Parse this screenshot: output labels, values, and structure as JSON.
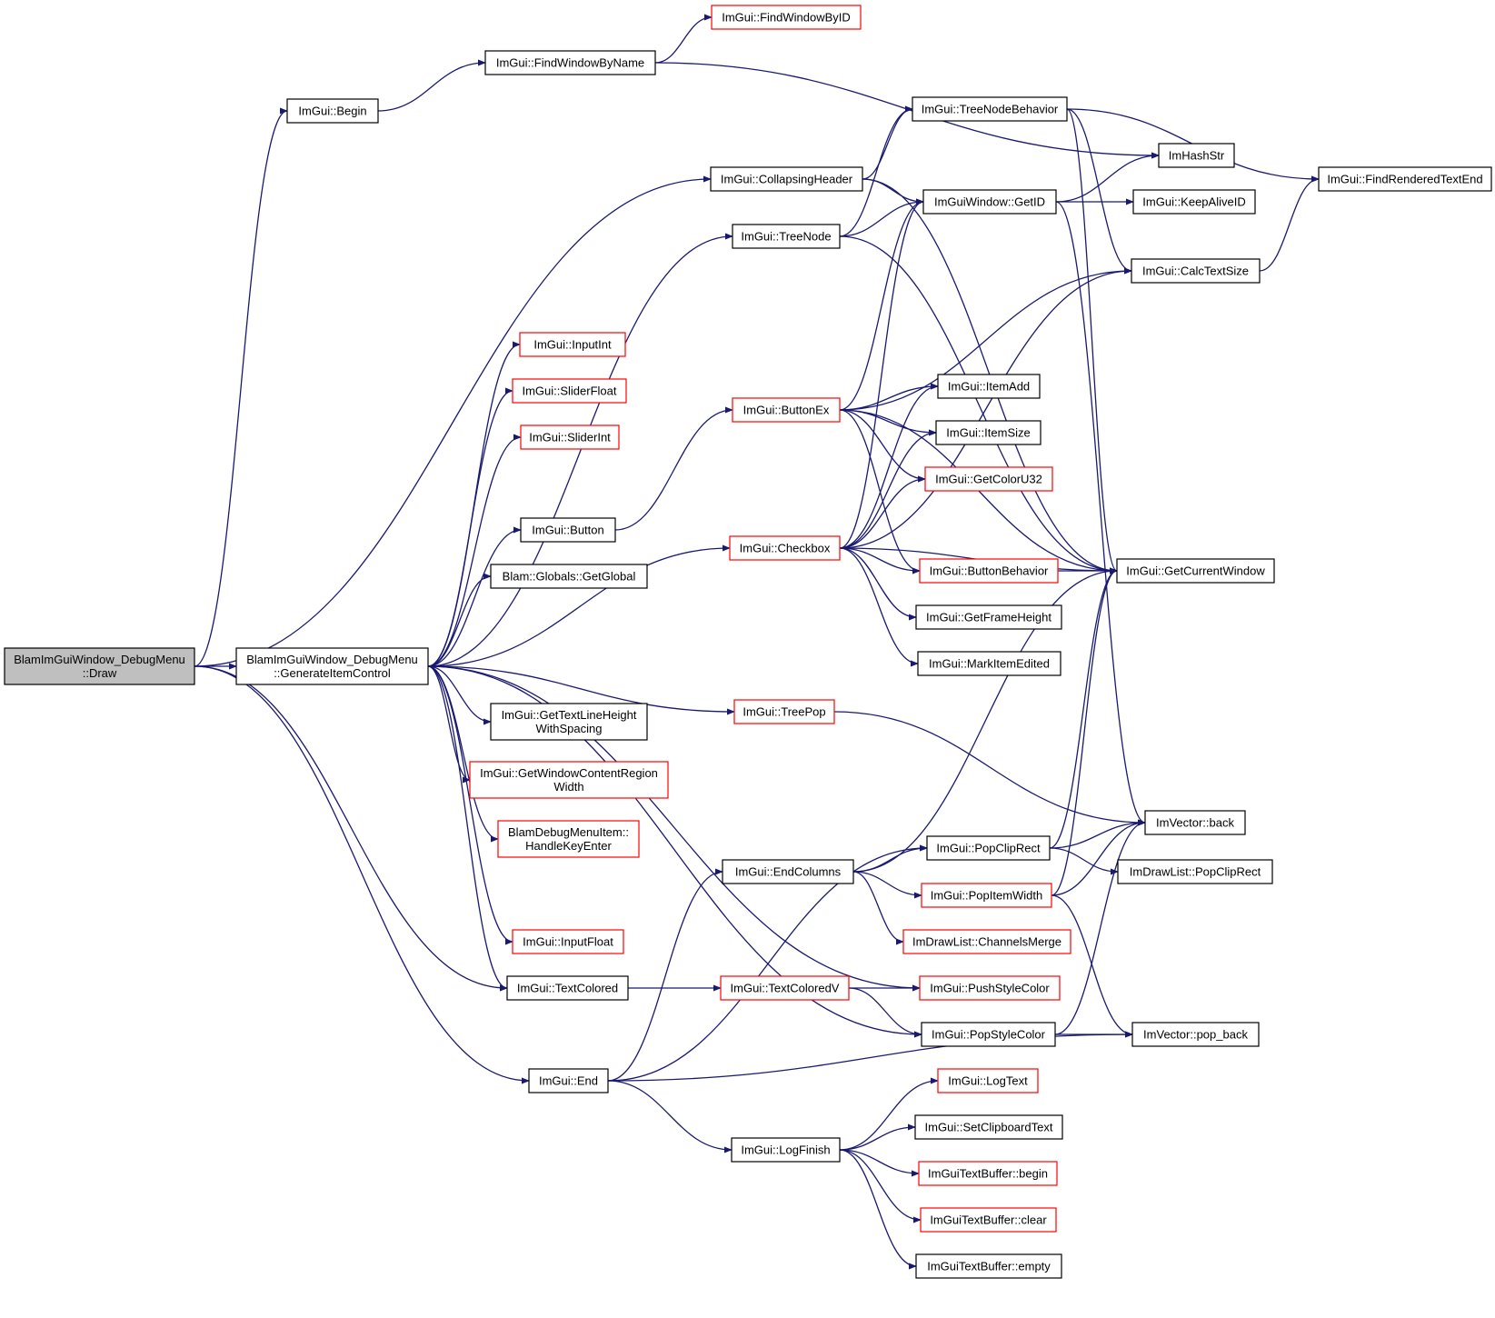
{
  "colors": {
    "edge": "#191970",
    "node_border": "#000000",
    "node_border_incomplete": "#ff0000",
    "root_fill": "#bfbfbf"
  },
  "nodes": [
    {
      "id": "draw",
      "lines": [
        "BlamImGuiWindow_DebugMenu",
        "::Draw"
      ],
      "style": "root"
    },
    {
      "id": "gen",
      "lines": [
        "BlamImGuiWindow_DebugMenu",
        "::GenerateItemControl"
      ],
      "style": "normal"
    },
    {
      "id": "begin",
      "lines": [
        "ImGui::Begin"
      ],
      "style": "normal"
    },
    {
      "id": "findbyname",
      "lines": [
        "ImGui::FindWindowByName"
      ],
      "style": "normal"
    },
    {
      "id": "findbyid",
      "lines": [
        "ImGui::FindWindowByID"
      ],
      "style": "red"
    },
    {
      "id": "collapsing",
      "lines": [
        "ImGui::CollapsingHeader"
      ],
      "style": "normal"
    },
    {
      "id": "treenode",
      "lines": [
        "ImGui::TreeNode"
      ],
      "style": "normal"
    },
    {
      "id": "treenodebeh",
      "lines": [
        "ImGui::TreeNodeBehavior"
      ],
      "style": "normal"
    },
    {
      "id": "getid",
      "lines": [
        "ImGuiWindow::GetID"
      ],
      "style": "normal"
    },
    {
      "id": "hashstr",
      "lines": [
        "ImHashStr"
      ],
      "style": "normal"
    },
    {
      "id": "keepalive",
      "lines": [
        "ImGui::KeepAliveID"
      ],
      "style": "normal"
    },
    {
      "id": "calctext",
      "lines": [
        "ImGui::CalcTextSize"
      ],
      "style": "normal"
    },
    {
      "id": "findrendered",
      "lines": [
        "ImGui::FindRenderedTextEnd"
      ],
      "style": "normal"
    },
    {
      "id": "inputint",
      "lines": [
        "ImGui::InputInt"
      ],
      "style": "red"
    },
    {
      "id": "sliderfloat",
      "lines": [
        "ImGui::SliderFloat"
      ],
      "style": "red"
    },
    {
      "id": "sliderint",
      "lines": [
        "ImGui::SliderInt"
      ],
      "style": "red"
    },
    {
      "id": "button",
      "lines": [
        "ImGui::Button"
      ],
      "style": "normal"
    },
    {
      "id": "getglobal",
      "lines": [
        "Blam::Globals::GetGlobal"
      ],
      "style": "normal"
    },
    {
      "id": "buttonex",
      "lines": [
        "ImGui::ButtonEx"
      ],
      "style": "red"
    },
    {
      "id": "checkbox",
      "lines": [
        "ImGui::Checkbox"
      ],
      "style": "red"
    },
    {
      "id": "itemadd",
      "lines": [
        "ImGui::ItemAdd"
      ],
      "style": "normal"
    },
    {
      "id": "itemsize",
      "lines": [
        "ImGui::ItemSize"
      ],
      "style": "normal"
    },
    {
      "id": "getcoloru32",
      "lines": [
        "ImGui::GetColorU32"
      ],
      "style": "red"
    },
    {
      "id": "buttonbeh",
      "lines": [
        "ImGui::ButtonBehavior"
      ],
      "style": "red"
    },
    {
      "id": "getframeh",
      "lines": [
        "ImGui::GetFrameHeight"
      ],
      "style": "normal"
    },
    {
      "id": "markedited",
      "lines": [
        "ImGui::MarkItemEdited"
      ],
      "style": "normal"
    },
    {
      "id": "getcurwin",
      "lines": [
        "ImGui::GetCurrentWindow"
      ],
      "style": "normal"
    },
    {
      "id": "gettextline",
      "lines": [
        "ImGui::GetTextLineHeight",
        "WithSpacing"
      ],
      "style": "normal"
    },
    {
      "id": "getwincontent",
      "lines": [
        "ImGui::GetWindowContentRegion",
        "Width"
      ],
      "style": "red"
    },
    {
      "id": "handlekey",
      "lines": [
        "BlamDebugMenuItem::",
        "HandleKeyEnter"
      ],
      "style": "red"
    },
    {
      "id": "treepop",
      "lines": [
        "ImGui::TreePop"
      ],
      "style": "red"
    },
    {
      "id": "vecback",
      "lines": [
        "ImVector::back"
      ],
      "style": "normal"
    },
    {
      "id": "endcolumns",
      "lines": [
        "ImGui::EndColumns"
      ],
      "style": "normal"
    },
    {
      "id": "popcliprect",
      "lines": [
        "ImGui::PopClipRect"
      ],
      "style": "normal"
    },
    {
      "id": "dlpopclip",
      "lines": [
        "ImDrawList::PopClipRect"
      ],
      "style": "normal"
    },
    {
      "id": "popitemwidth",
      "lines": [
        "ImGui::PopItemWidth"
      ],
      "style": "red"
    },
    {
      "id": "channelsmerge",
      "lines": [
        "ImDrawList::ChannelsMerge"
      ],
      "style": "red"
    },
    {
      "id": "inputfloat",
      "lines": [
        "ImGui::InputFloat"
      ],
      "style": "red"
    },
    {
      "id": "textcolored",
      "lines": [
        "ImGui::TextColored"
      ],
      "style": "normal"
    },
    {
      "id": "textcoloredv",
      "lines": [
        "ImGui::TextColoredV"
      ],
      "style": "red"
    },
    {
      "id": "pushstyle",
      "lines": [
        "ImGui::PushStyleColor"
      ],
      "style": "red"
    },
    {
      "id": "popstyle",
      "lines": [
        "ImGui::PopStyleColor"
      ],
      "style": "normal"
    },
    {
      "id": "popback",
      "lines": [
        "ImVector::pop_back"
      ],
      "style": "normal"
    },
    {
      "id": "end",
      "lines": [
        "ImGui::End"
      ],
      "style": "normal"
    },
    {
      "id": "logtext",
      "lines": [
        "ImGui::LogText"
      ],
      "style": "red"
    },
    {
      "id": "setclip",
      "lines": [
        "ImGui::SetClipboardText"
      ],
      "style": "normal"
    },
    {
      "id": "logfinish",
      "lines": [
        "ImGui::LogFinish"
      ],
      "style": "normal"
    },
    {
      "id": "tbbegin",
      "lines": [
        "ImGuiTextBuffer::begin"
      ],
      "style": "red"
    },
    {
      "id": "tbclear",
      "lines": [
        "ImGuiTextBuffer::clear"
      ],
      "style": "red"
    },
    {
      "id": "tbempty",
      "lines": [
        "ImGuiTextBuffer::empty"
      ],
      "style": "normal"
    }
  ],
  "edges": [
    [
      "draw",
      "gen"
    ],
    [
      "draw",
      "begin"
    ],
    [
      "draw",
      "collapsing"
    ],
    [
      "draw",
      "textcolored"
    ],
    [
      "draw",
      "end"
    ],
    [
      "begin",
      "findbyname"
    ],
    [
      "findbyname",
      "findbyid"
    ],
    [
      "findbyname",
      "hashstr"
    ],
    [
      "gen",
      "inputint"
    ],
    [
      "gen",
      "sliderfloat"
    ],
    [
      "gen",
      "sliderint"
    ],
    [
      "gen",
      "treenode"
    ],
    [
      "gen",
      "button"
    ],
    [
      "gen",
      "getglobal"
    ],
    [
      "gen",
      "checkbox"
    ],
    [
      "gen",
      "treepop"
    ],
    [
      "gen",
      "gettextline"
    ],
    [
      "gen",
      "getwincontent"
    ],
    [
      "gen",
      "handlekey"
    ],
    [
      "gen",
      "inputfloat"
    ],
    [
      "gen",
      "textcolored"
    ],
    [
      "gen",
      "pushstyle"
    ],
    [
      "gen",
      "popstyle"
    ],
    [
      "collapsing",
      "treenodebeh"
    ],
    [
      "collapsing",
      "getid"
    ],
    [
      "collapsing",
      "getcurwin"
    ],
    [
      "treenode",
      "treenodebeh"
    ],
    [
      "treenode",
      "getid"
    ],
    [
      "treenode",
      "getcurwin"
    ],
    [
      "treenodebeh",
      "findrendered"
    ],
    [
      "treenodebeh",
      "calctext"
    ],
    [
      "treenodebeh",
      "getcurwin"
    ],
    [
      "getid",
      "hashstr"
    ],
    [
      "getid",
      "keepalive"
    ],
    [
      "getid",
      "vecback"
    ],
    [
      "calctext",
      "findrendered"
    ],
    [
      "button",
      "buttonex"
    ],
    [
      "buttonex",
      "getid"
    ],
    [
      "buttonex",
      "calctext"
    ],
    [
      "buttonex",
      "itemadd"
    ],
    [
      "buttonex",
      "itemsize"
    ],
    [
      "buttonex",
      "getcoloru32"
    ],
    [
      "buttonex",
      "buttonbeh"
    ],
    [
      "buttonex",
      "getcurwin"
    ],
    [
      "checkbox",
      "getid"
    ],
    [
      "checkbox",
      "calctext"
    ],
    [
      "checkbox",
      "itemadd"
    ],
    [
      "checkbox",
      "itemsize"
    ],
    [
      "checkbox",
      "getcoloru32"
    ],
    [
      "checkbox",
      "buttonbeh"
    ],
    [
      "checkbox",
      "getframeh"
    ],
    [
      "checkbox",
      "markedited"
    ],
    [
      "checkbox",
      "getcurwin"
    ],
    [
      "buttonbeh",
      "getcurwin"
    ],
    [
      "treepop",
      "vecback"
    ],
    [
      "endcolumns",
      "getcurwin"
    ],
    [
      "endcolumns",
      "popcliprect"
    ],
    [
      "endcolumns",
      "popitemwidth"
    ],
    [
      "endcolumns",
      "channelsmerge"
    ],
    [
      "popcliprect",
      "getcurwin"
    ],
    [
      "popcliprect",
      "vecback"
    ],
    [
      "popcliprect",
      "dlpopclip"
    ],
    [
      "popitemwidth",
      "getcurwin"
    ],
    [
      "popitemwidth",
      "vecback"
    ],
    [
      "popitemwidth",
      "popback"
    ],
    [
      "textcolored",
      "textcoloredv"
    ],
    [
      "textcoloredv",
      "pushstyle"
    ],
    [
      "textcoloredv",
      "popstyle"
    ],
    [
      "popstyle",
      "vecback"
    ],
    [
      "popstyle",
      "popback"
    ],
    [
      "end",
      "endcolumns"
    ],
    [
      "end",
      "popcliprect"
    ],
    [
      "end",
      "logfinish"
    ],
    [
      "end",
      "popback"
    ],
    [
      "logfinish",
      "logtext"
    ],
    [
      "logfinish",
      "setclip"
    ],
    [
      "logfinish",
      "tbbegin"
    ],
    [
      "logfinish",
      "tbclear"
    ],
    [
      "logfinish",
      "tbempty"
    ]
  ]
}
